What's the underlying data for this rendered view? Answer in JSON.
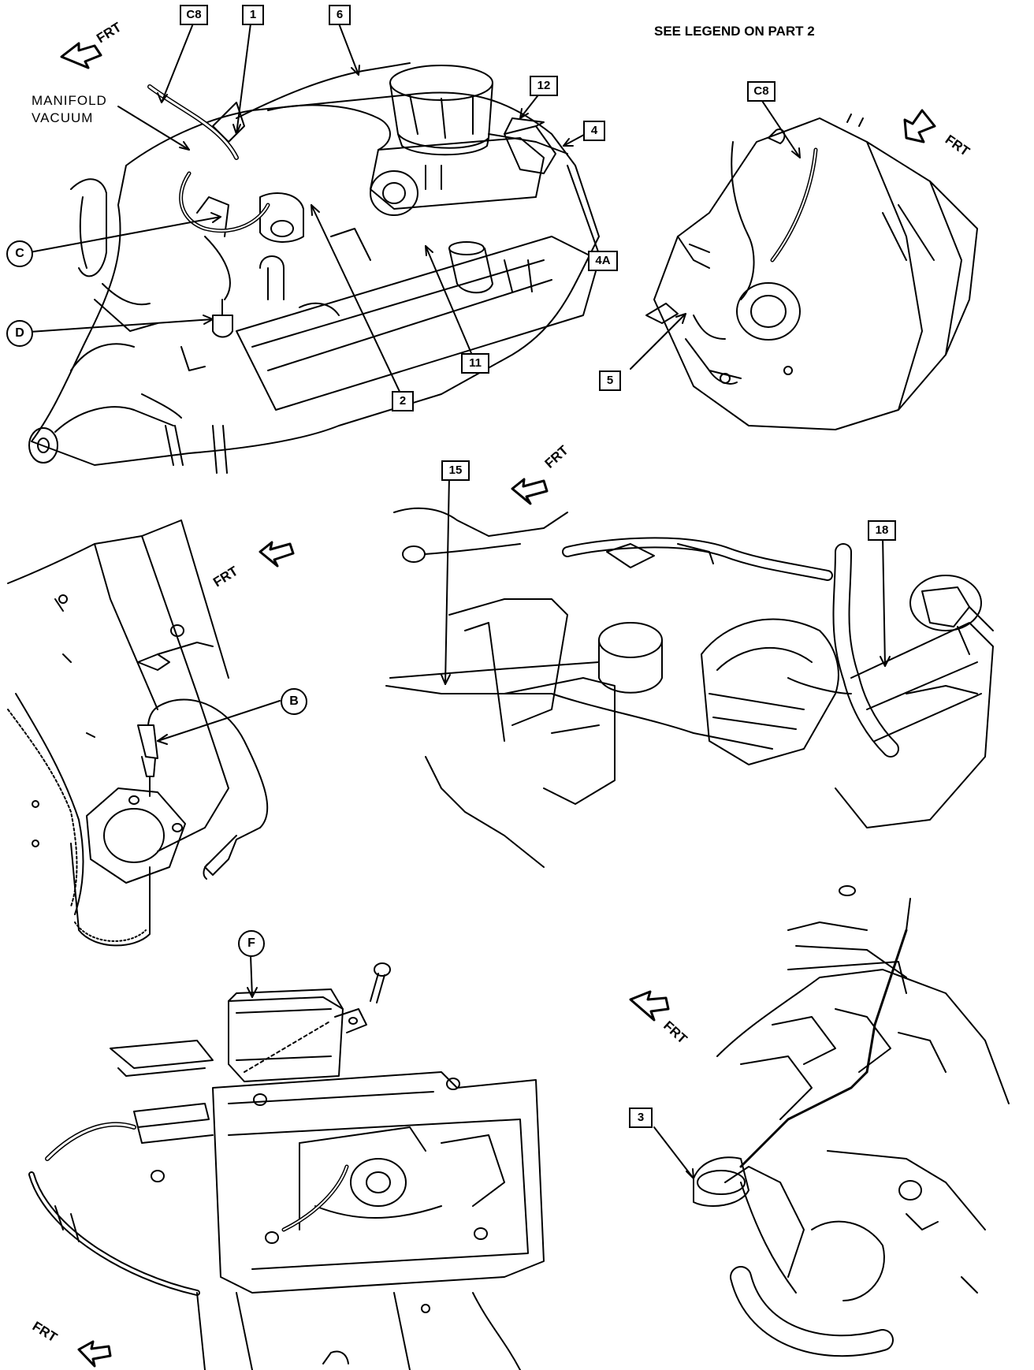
{
  "header": {
    "legend_note": "SEE LEGEND ON PART 2"
  },
  "manifold_label": {
    "line1": "MANIFOLD",
    "line2": "VACUUM"
  },
  "frt_text": "FRT",
  "callouts": {
    "c8_top": "C8",
    "n1": "1",
    "n6": "6",
    "n12": "12",
    "n4": "4",
    "n4a": "4A",
    "n11": "11",
    "n2": "2",
    "c8_right": "C8",
    "n5": "5",
    "n15": "15",
    "n18": "18",
    "n3": "3"
  },
  "connectors": {
    "c": "C",
    "d": "D",
    "b": "B",
    "f": "F"
  },
  "colors": {
    "ink": "#000000",
    "paper": "#ffffff"
  }
}
